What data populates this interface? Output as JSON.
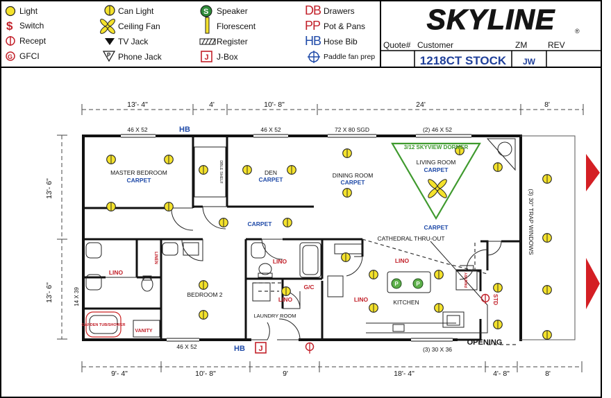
{
  "legend": {
    "light": "Light",
    "switch": "Switch",
    "recept": "Recept",
    "gfci": "GFCI",
    "can_light": "Can Light",
    "ceiling_fan": "Ceiling Fan",
    "tv_jack": "TV Jack",
    "phone_jack": "Phone Jack",
    "speaker": "Speaker",
    "florescent": "Florescent",
    "register": "Register",
    "jbox": "J-Box",
    "drawers_code": "DB",
    "drawers": "Drawers",
    "pots_code": "PP",
    "pots": "Pot & Pans",
    "hose_code": "HB",
    "hose": "Hose Bib",
    "paddle": "Paddle fan prep"
  },
  "title_block": {
    "brand": "SKYLINE",
    "registered": "®",
    "quote_label": "Quote#",
    "customer_label": "Customer",
    "zm_label": "ZM",
    "rev_label": "REV",
    "model": "1218CT STOCK",
    "zm_value": "JW"
  },
  "dimensions": {
    "top": [
      "13'- 4\"",
      "4'",
      "10'- 8\"",
      "24'",
      "8'"
    ],
    "bottom": [
      "9'- 4\"",
      "10'- 8\"",
      "9'",
      "18'- 4\"",
      "4'- 8\"",
      "8'"
    ],
    "left": [
      "13'- 6\"",
      "13'- 6\""
    ]
  },
  "windows": {
    "w1": "46 X 52",
    "w2": "46 X 52",
    "sgd": "72 X 80 SGD",
    "w3": "(2) 46 X 52",
    "w4": "46 X 52",
    "w5": "(3) 30 X 36",
    "trap": "(3) 30\" TRAP WINDOWS",
    "side": "14 X 39"
  },
  "rooms": {
    "master": "MASTER BEDROOM",
    "master_floor": "CARPET",
    "linen_shelf": "DBLE SHELF",
    "den": "DEN",
    "den_floor": "CARPET",
    "dining": "DINING ROOM",
    "dining_floor": "CARPET",
    "dormer": "3/12 SKYVIEW DORMER",
    "living": "LIVING ROOM",
    "living_floor": "CARPET",
    "living_floor2": "CARPET",
    "cathedral": "CATHEDRAL THRU-OUT",
    "hall_floor": "CARPET",
    "bath1_floor": "LINO",
    "linen": "LINEN",
    "tub": "GARDEN TUB/SHOWER",
    "vanity": "VANITY",
    "bedroom2": "BEDROOM 2",
    "bath2_floor": "LINO",
    "gc": "G/C",
    "laundry_floor": "LINO",
    "laundry": "LAUNDRY ROOM",
    "kitchen_floor1": "LINO",
    "kitchen_floor2": "LINO",
    "kitchen": "KITCHEN",
    "pantry": "PANTRY",
    "std": "STD",
    "opening": "OPENING"
  },
  "markers": {
    "hb1": "HB",
    "hb2": "HB",
    "jbox": "J",
    "pp": "P"
  },
  "colors": {
    "bulb": "#f4e22c",
    "red": "#d0202a",
    "blue": "#1f4aa8",
    "green": "#3f9a2e",
    "arrow": "#d41f24"
  }
}
